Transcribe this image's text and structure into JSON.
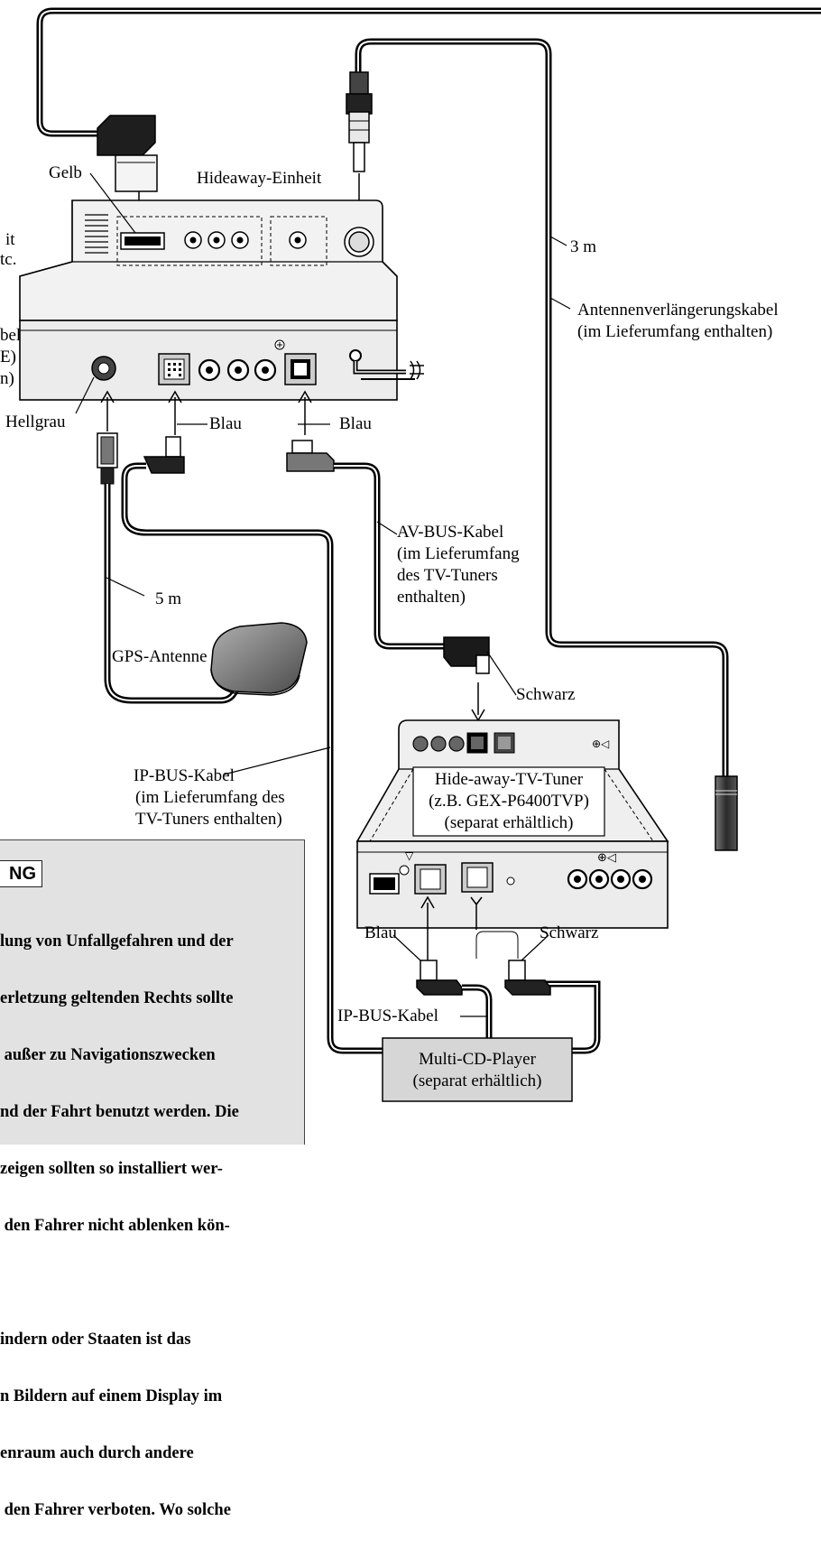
{
  "labels": {
    "gelb": "Gelb",
    "hideaway_unit": "Hideaway-Einheit",
    "three_m": "3 m",
    "ant_ext_1": "Antennenverlängerungskabel",
    "ant_ext_2": "(im Lieferumfang enthalten)",
    "hellgrau": "Hellgrau",
    "blau_left": "Blau",
    "blau_right": "Blau",
    "five_m": "5 m",
    "avbus_1": "AV-BUS-Kabel",
    "avbus_2": "(im Lieferumfang",
    "avbus_3": "des TV-Tuners",
    "avbus_4": "enthalten)",
    "gps": "GPS-Antenne",
    "schwarz_top": "Schwarz",
    "ipbus_1": "IP-BUS-Kabel",
    "ipbus_2": "(im Lieferumfang des",
    "ipbus_3": "TV-Tuners enthalten)",
    "tuner_1": "Hide-away-TV-Tuner",
    "tuner_2": "(z.B. GEX-P6400TVP)",
    "tuner_3": "(separat erhältlich)",
    "blau_bottom": "Blau",
    "schwarz_bottom": "Schwarz",
    "ipbus_short": "IP-BUS-Kabel",
    "cd_1": "Multi-CD-Player",
    "cd_2": "(separat erhältlich)",
    "left_frag_1": "it",
    "left_frag_2": "tc.",
    "left_frag_3": "bel",
    "left_frag_4": "E)",
    "left_frag_5": "n)"
  },
  "warning": {
    "heading": "NG",
    "lines": [
      "lung von Unfallgefahren und der",
      "erletzung geltenden Rechts sollte",
      " außer zu Navigationszwecken",
      "nd der Fahrt benutzt werden. Die",
      "zeigen sollten so installiert wer-",
      " den Fahrer nicht ablenken kön-",
      "",
      "indern oder Staaten ist das",
      "n Bildern auf einem Display im",
      "enraum auch durch andere",
      " den Fahrer verboten. Wo solche"
    ]
  }
}
